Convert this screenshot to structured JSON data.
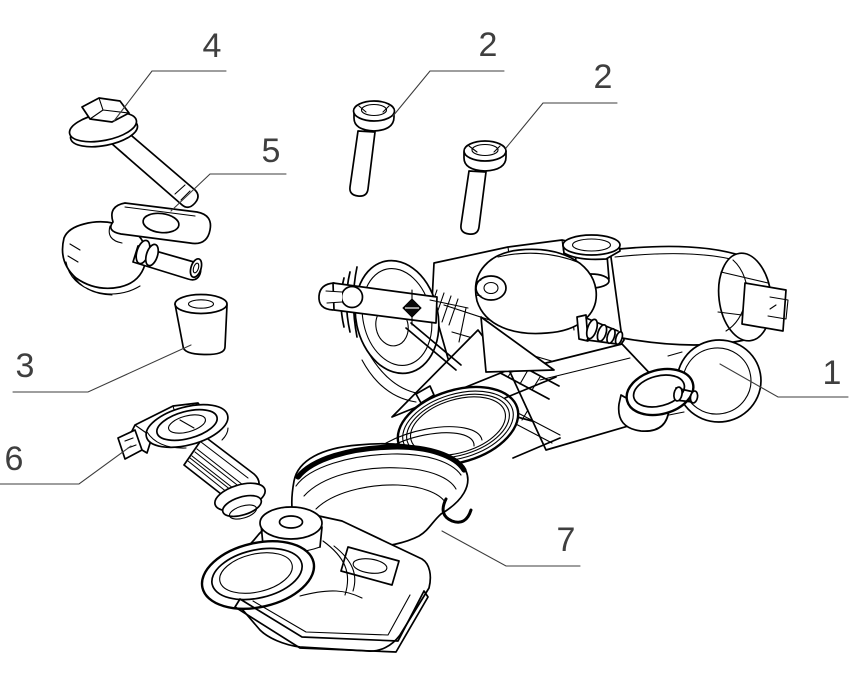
{
  "figure": {
    "type": "exploded-parts-diagram",
    "background_color": "#ffffff",
    "line_color": "#000000",
    "callout_color": "#3f3f3f",
    "callouts": [
      {
        "id": "callout-4",
        "label": "4"
      },
      {
        "id": "callout-2a",
        "label": "2"
      },
      {
        "id": "callout-2b",
        "label": "2"
      },
      {
        "id": "callout-5",
        "label": "5"
      },
      {
        "id": "callout-3",
        "label": "3"
      },
      {
        "id": "callout-6",
        "label": "6"
      },
      {
        "id": "callout-1",
        "label": "1"
      },
      {
        "id": "callout-7",
        "label": "7"
      }
    ]
  }
}
